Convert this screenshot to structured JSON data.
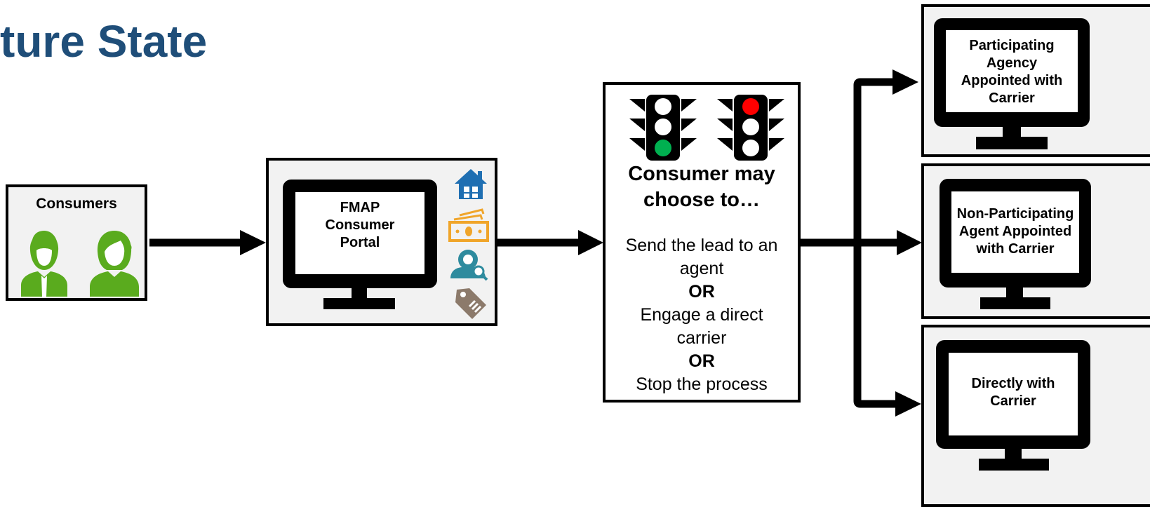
{
  "title": "ture State",
  "consumers": {
    "label": "Consumers",
    "icons": [
      "male-user-icon",
      "female-user-icon"
    ],
    "icon_color": "#5aab1e"
  },
  "portal": {
    "monitor_text": "FMAP\nConsumer\nPortal",
    "icons": [
      "house-icon",
      "money-icon",
      "agent-search-icon",
      "price-tag-icon"
    ],
    "icon_colors": {
      "house": "#1f6fb2",
      "money": "#f0a52a",
      "agent": "#2e8b9e",
      "tag": "#8c7a6b"
    }
  },
  "choice": {
    "traffic_lights": [
      "traffic-light-green-icon",
      "traffic-light-red-icon"
    ],
    "heading_line1": "Consumer may",
    "heading_line2": "choose to…",
    "options": [
      "Send the lead to an",
      "agent",
      "OR",
      "Engage a direct",
      "carrier",
      "OR",
      "Stop the process"
    ],
    "colors": {
      "green": "#00b050",
      "red": "#ff0000"
    }
  },
  "destinations": [
    {
      "text": "Participating\nAgency\nAppointed with\nCarrier"
    },
    {
      "text": "Non-Participating\nAgent Appointed\nwith Carrier"
    },
    {
      "text": "Directly with\nCarrier"
    }
  ]
}
